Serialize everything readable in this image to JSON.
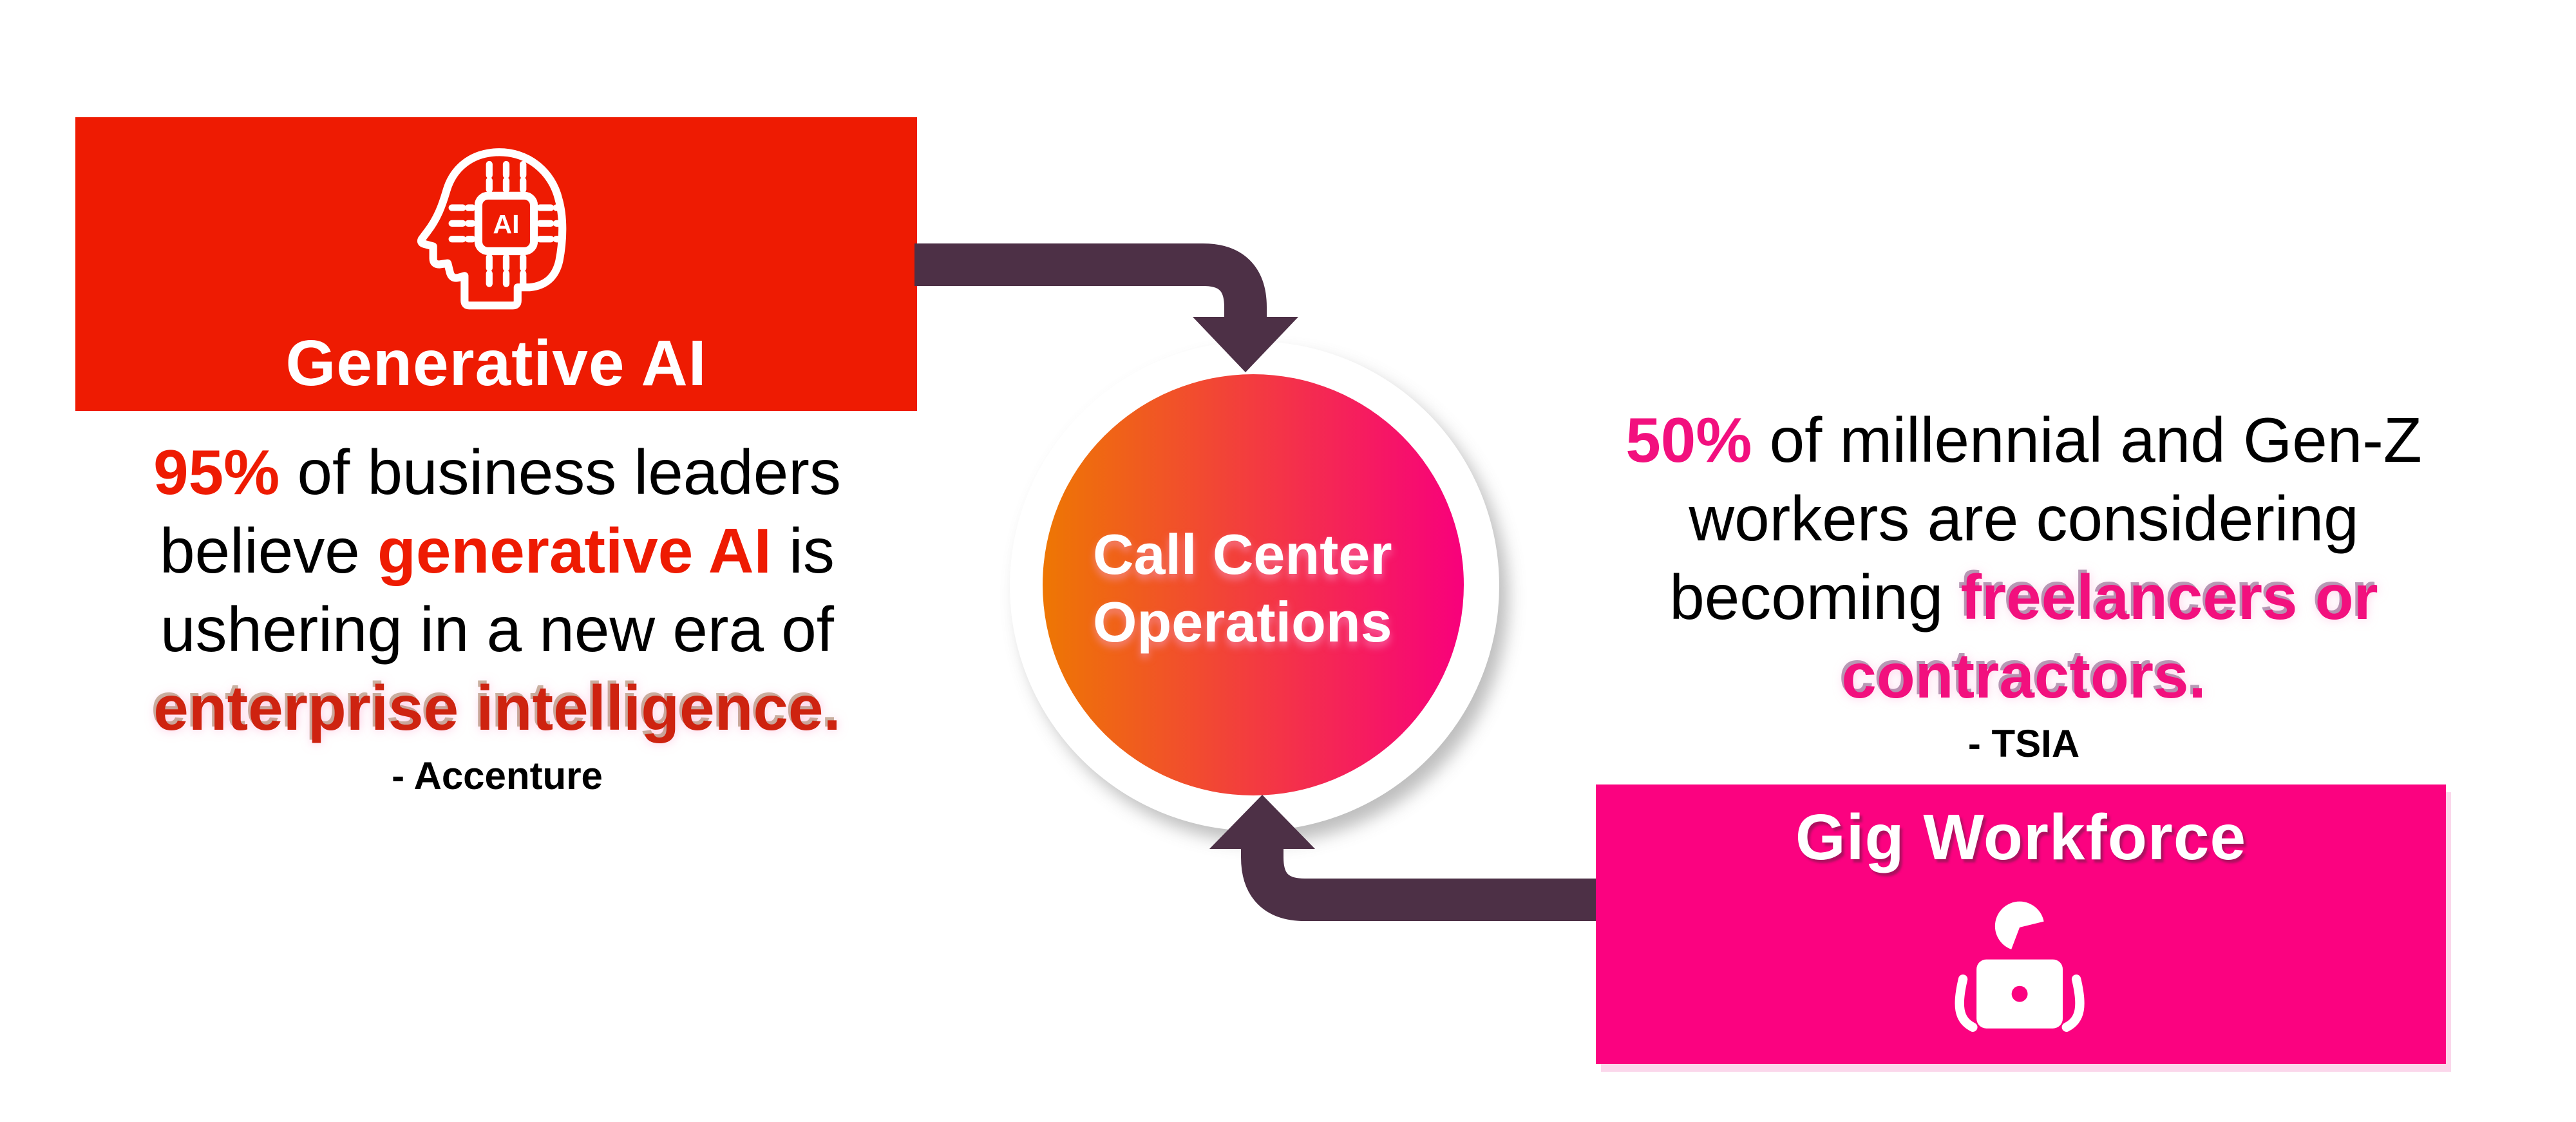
{
  "colors": {
    "bg": "#FFFFFF",
    "ink": "#000000",
    "red": "#EE1B02",
    "dark-red": "#CE2310",
    "pink": "#FB0280",
    "pink-text": "#F2107E",
    "arrow": "#4D3046",
    "hub-from": "#EE7703",
    "hub-to": "#F8007C"
  },
  "genai": {
    "title": "Generative AI",
    "icon": "ai-head-icon",
    "chip_label": "AI"
  },
  "genai_quote": {
    "lines": [
      {
        "segments": [
          {
            "t": "95%",
            "s": "red"
          },
          {
            "t": " of business leaders",
            "s": "plain"
          }
        ]
      },
      {
        "segments": [
          {
            "t": "believe ",
            "s": "plain"
          },
          {
            "t": "generative AI",
            "s": "red"
          },
          {
            "t": " is",
            "s": "plain"
          }
        ]
      },
      {
        "segments": [
          {
            "t": "ushering in a new era of",
            "s": "plain"
          }
        ]
      },
      {
        "segments": [
          {
            "t": "enterprise intelligence.",
            "s": "darkred"
          }
        ]
      }
    ],
    "attribution": "- Accenture"
  },
  "hub": {
    "line1": "Call Center",
    "line2": "Operations"
  },
  "gig": {
    "title": "Gig Workforce",
    "icon": "freelancer-laptop-icon"
  },
  "gig_quote": {
    "lines": [
      {
        "segments": [
          {
            "t": "50%",
            "s": "pink"
          },
          {
            "t": " of millennial and Gen-Z",
            "s": "plain"
          }
        ]
      },
      {
        "segments": [
          {
            "t": "workers are considering",
            "s": "plain"
          }
        ]
      },
      {
        "segments": [
          {
            "t": "becoming ",
            "s": "plain"
          },
          {
            "t": "freelancers or",
            "s": "pinkshadow"
          }
        ]
      },
      {
        "segments": [
          {
            "t": "contractors.",
            "s": "pinkshadow"
          }
        ]
      }
    ],
    "attribution": "- TSIA"
  }
}
